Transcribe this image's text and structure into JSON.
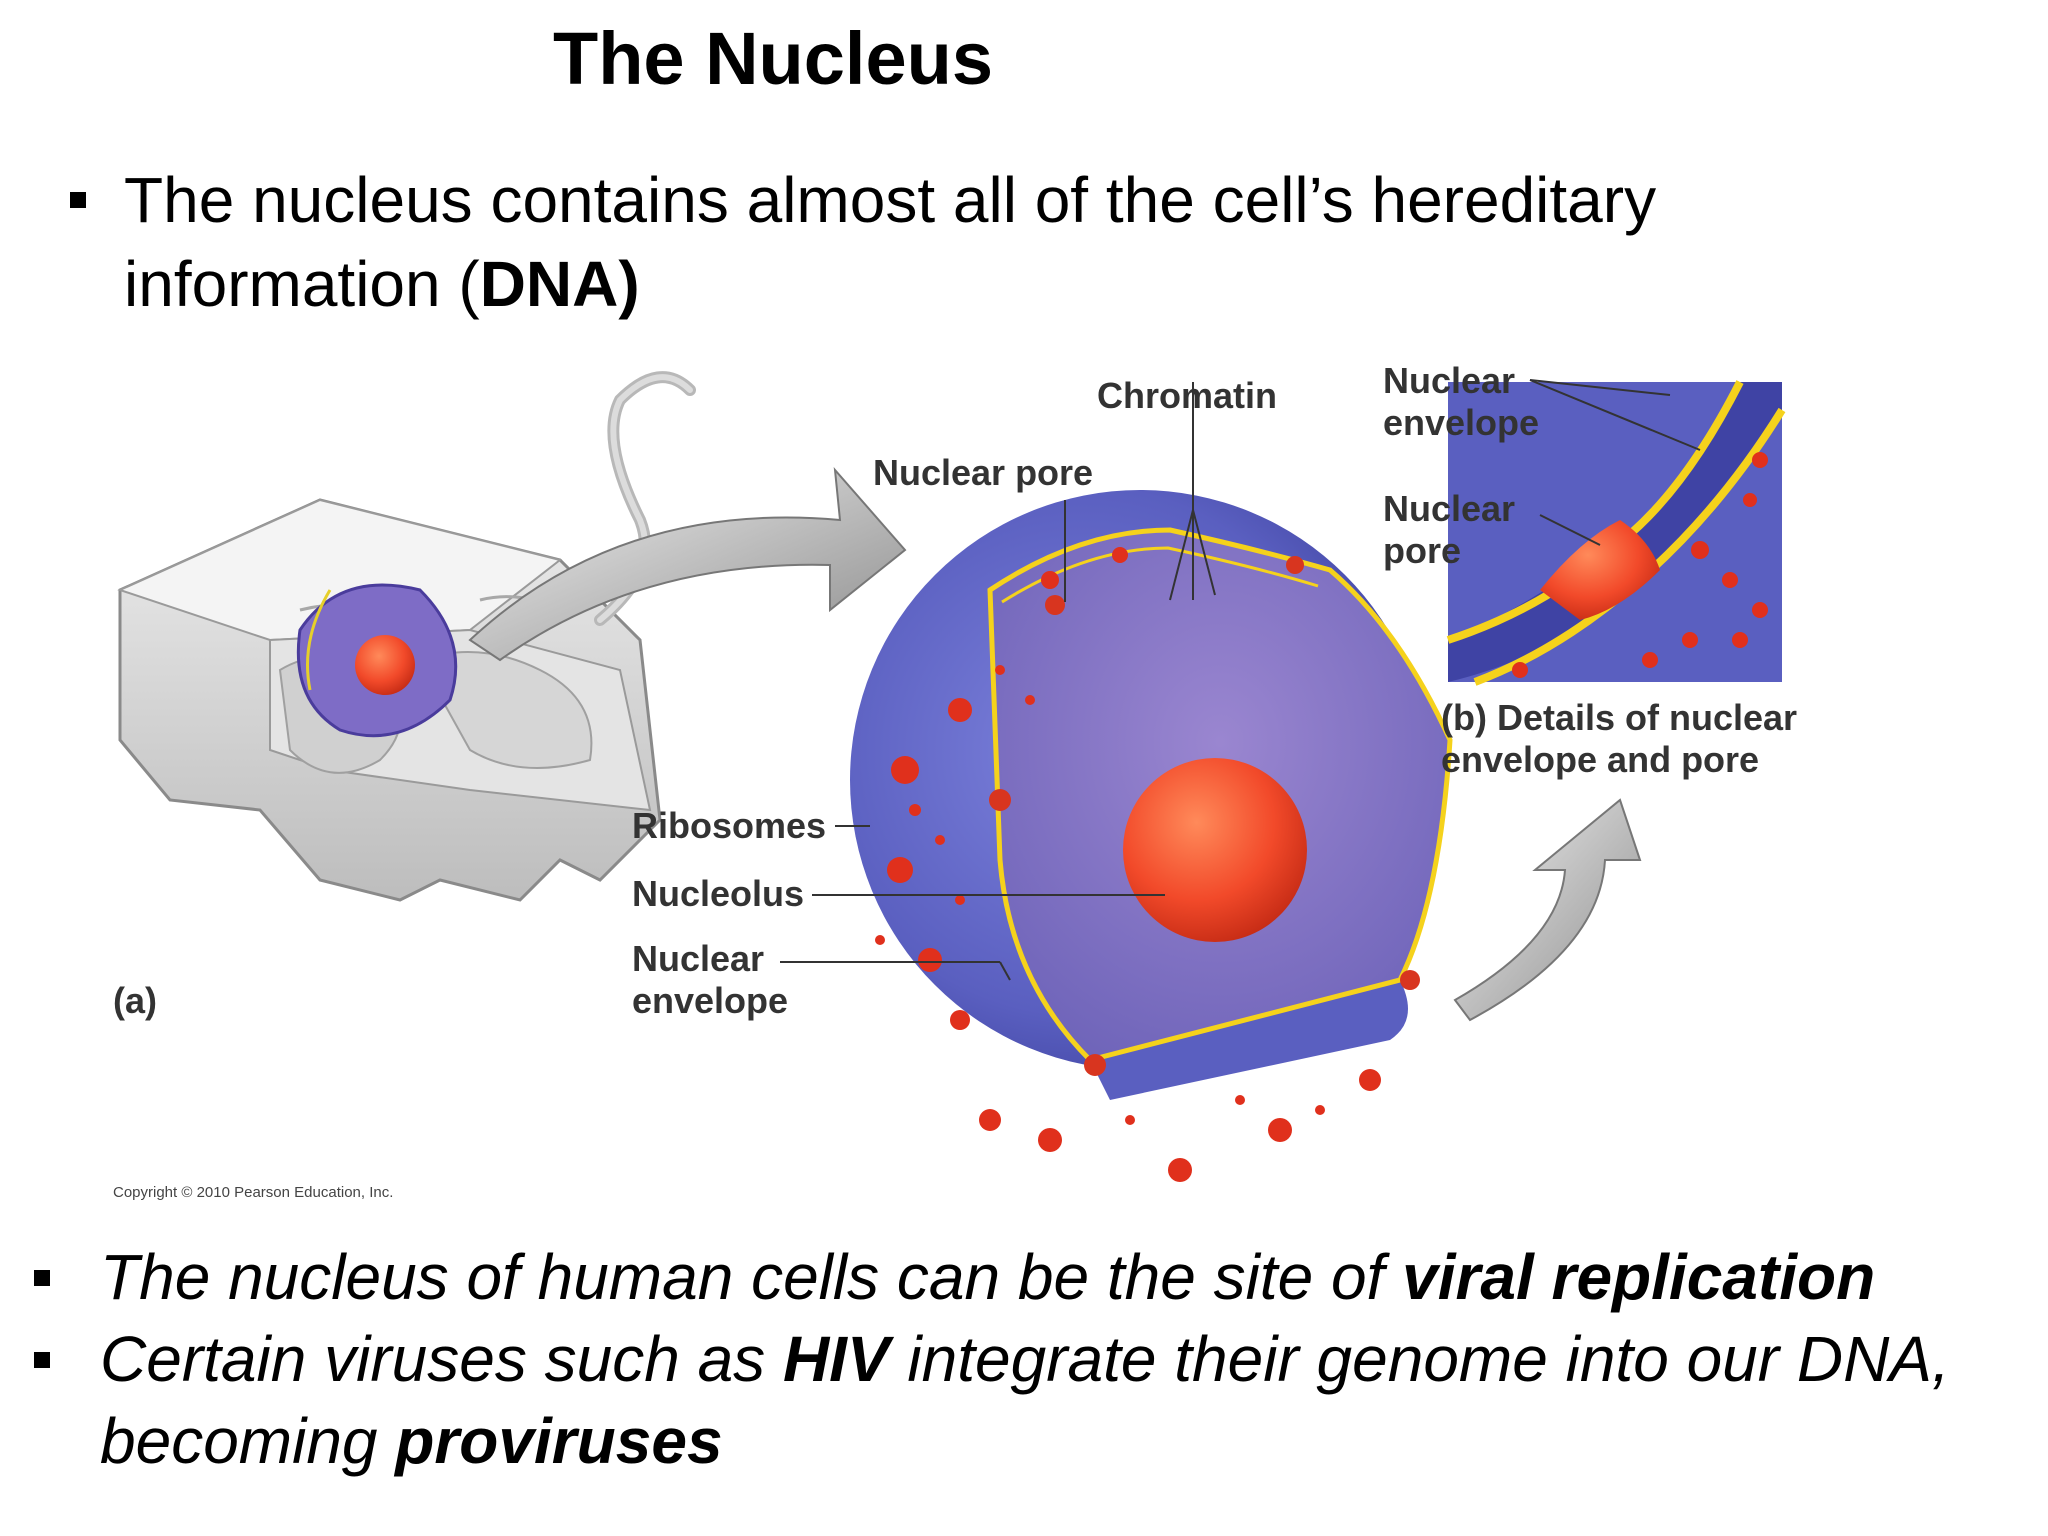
{
  "slide": {
    "title": "The Nucleus",
    "bullet1": {
      "text_part1": "The nucleus contains almost all of the cell’s hereditary information (",
      "bold": "DNA)"
    },
    "bullet2": {
      "text_part1": "The nucleus of human cells can be the site of ",
      "bold": "viral replication"
    },
    "bullet3": {
      "text_part1": "Certain viruses such as ",
      "bold1": "HIV",
      "text_part2": " integrate their genome into our DNA, becoming ",
      "bold2": "proviruses"
    }
  },
  "figure": {
    "labels": {
      "chromatin": "Chromatin",
      "nuclear_pore": "Nuclear pore",
      "ribosomes": "Ribosomes",
      "nucleolus": "Nucleolus",
      "nuclear_envelope_line1": "Nuclear",
      "nuclear_envelope_line2": "envelope",
      "panel_a": "(a)",
      "b_nuclear_envelope_line1": "Nuclear",
      "b_nuclear_envelope_line2": "envelope",
      "b_nuclear_pore_line1": "Nuclear",
      "b_nuclear_pore_line2": "pore",
      "panel_b_tag": "(b)",
      "panel_b_caption_line1": " Details of nuclear",
      "panel_b_caption_line2": "envelope and pore"
    },
    "copyright": "Copyright © 2010 Pearson Education, Inc.",
    "colors": {
      "nucleus_blue": "#5a5fc0",
      "nucleolus_red": "#f24a2a",
      "envelope_yellow": "#f5d21c",
      "ribosome_red": "#e0301c",
      "cell_gray": "#d9d9d9"
    }
  }
}
